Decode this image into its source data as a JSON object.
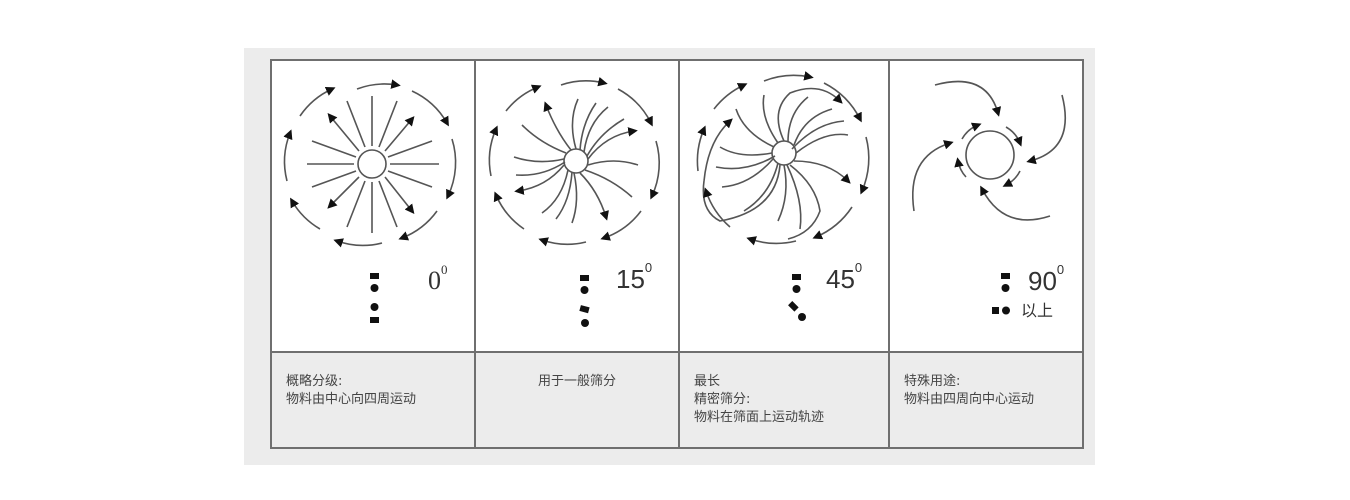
{
  "columns": [
    {
      "angle": "0",
      "degree_symbol": "0",
      "description_lines": [
        "概略分级:",
        "物料由中心向四周运动"
      ],
      "motion": "radial outward from center"
    },
    {
      "angle": "15",
      "degree_symbol": "0",
      "description_lines": [
        "用于一般筛分"
      ],
      "motion": "slight spiral outward"
    },
    {
      "angle": "45",
      "degree_symbol": "0",
      "description_lines": [
        "最长",
        "精密筛分:",
        "物料在筛面上运动轨迹"
      ],
      "motion": "strong spiral outward"
    },
    {
      "angle": "90",
      "degree_symbol": "0",
      "angle_suffix": "以上",
      "description_lines": [
        "特殊用途:",
        "物料由四周向中心运动"
      ],
      "motion": "inward from periphery to center"
    }
  ],
  "colors": {
    "panel_bg": "#ececec",
    "border": "#6f6f6f",
    "stroke": "#555555",
    "arrow": "#111111"
  }
}
